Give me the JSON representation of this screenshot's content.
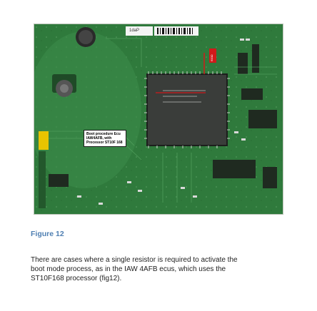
{
  "photo": {
    "handwritten_label": "1daP",
    "barcode_text": "|||||||||",
    "callout_lines": [
      "Boot procedure Ecu",
      "IAW4AFB, with",
      "Processor ST10F 168"
    ],
    "resistor_marking": "600Ω",
    "colors": {
      "board": "#2f7a3c",
      "chip": "#3a3d3a",
      "highlight": "#d11a1a",
      "callout_border": "#1a1a1a"
    }
  },
  "caption": "Figure 12",
  "body_lines": [
    "There are cases where a single resistor is required to activate the",
    "boot mode process, as in the IAW 4AFB ecus, which uses the",
    "ST10F168 processor (fig12)."
  ],
  "colors": {
    "caption": "#4f7fb2",
    "text": "#222222"
  }
}
